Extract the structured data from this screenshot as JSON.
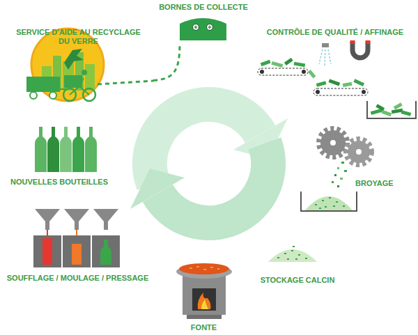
{
  "diagram": {
    "nodes": [
      {
        "text": [
          "SERVICE D'AIDE AU RECYCLAGE DU VERRE"
        ]
      },
      {
        "text": [
          "BORNES DE COLLECTE"
        ]
      },
      {
        "text": [
          "CONTRÔLE DE QUALITÉ / AFFINAGE"
        ]
      },
      {
        "text": [
          "BROYAGE"
        ]
      },
      {
        "text": [
          "STOCKAGE CALCIN"
        ]
      },
      {
        "text": [
          "FONTE"
        ]
      },
      {
        "text": [
          "SOUFFLAGE / MOULAGE / PRESSAGE"
        ]
      },
      {
        "text": [
          "NOUVELLES BOUTEILLES"
        ]
      }
    ],
    "edges": [
      {
        "from": 0,
        "to": 1,
        "arrow": "none"
      }
    ]
  }
}
